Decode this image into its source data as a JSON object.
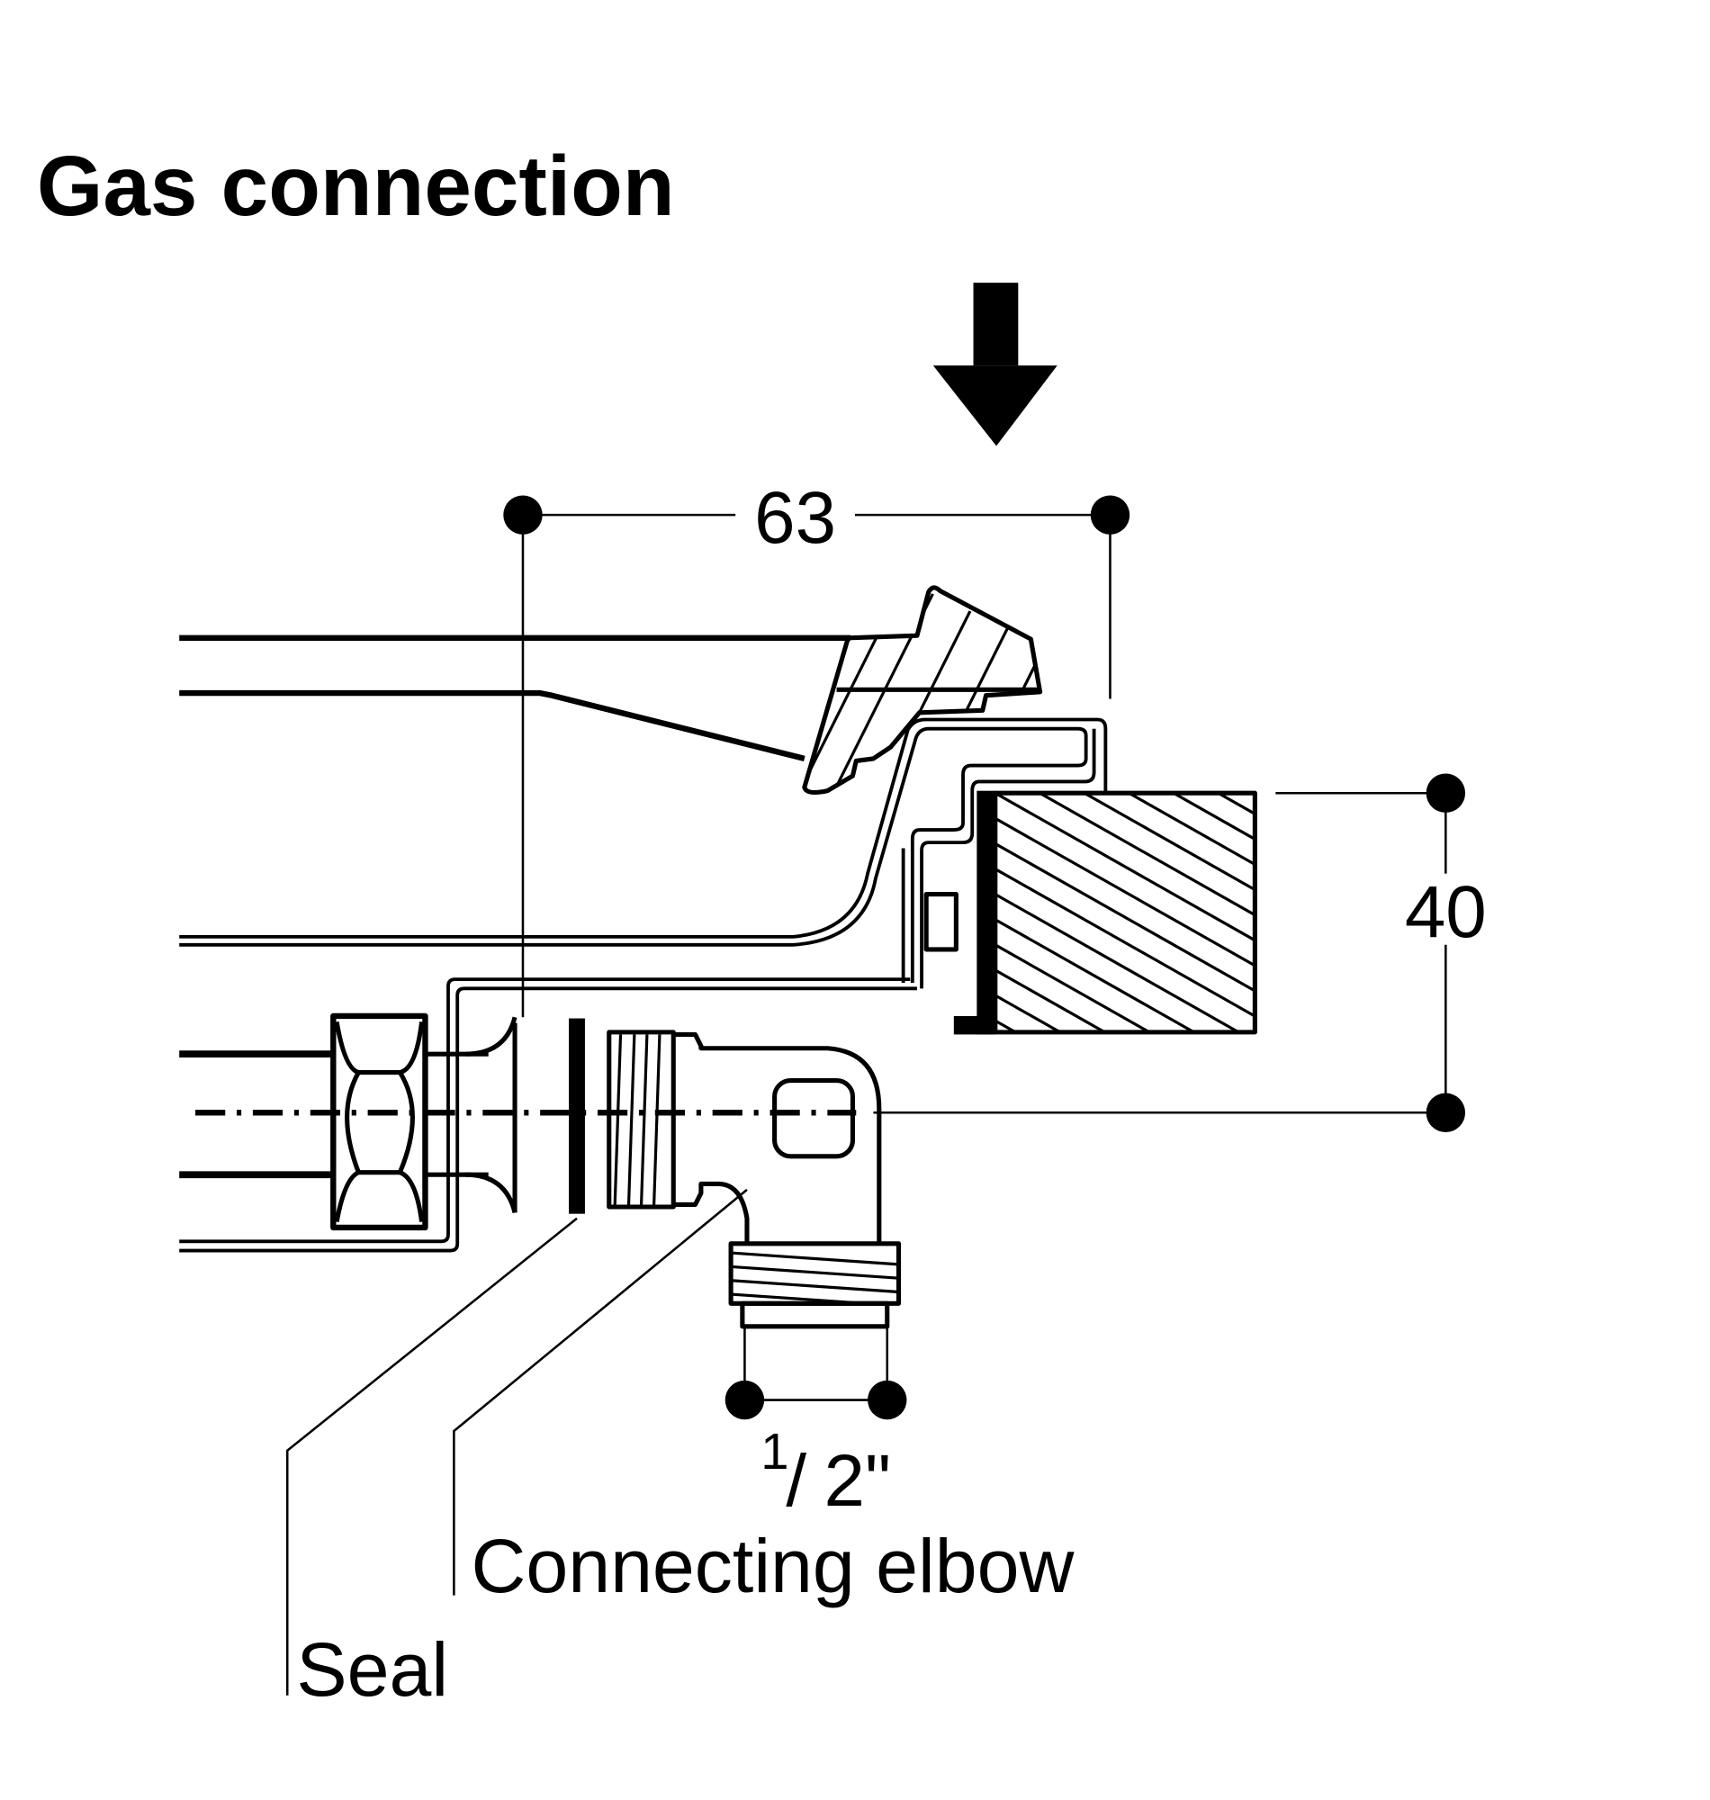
{
  "title": "Gas connection",
  "dimensions": {
    "width_63": "63",
    "height_40": "40",
    "thread_numerator": "1",
    "thread_slash": "/",
    "thread_denominator": "2\""
  },
  "labels": {
    "connecting_elbow": "Connecting elbow",
    "seal": "Seal"
  },
  "icons": {
    "arrow": "down-arrow-icon"
  },
  "colors": {
    "ink": "#000000",
    "background": "#ffffff"
  }
}
